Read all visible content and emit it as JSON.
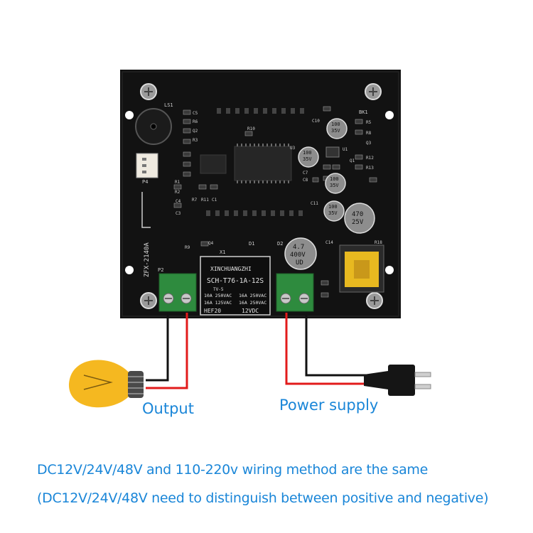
{
  "board": {
    "model": "ZFX-2140A",
    "silk": {
      "ls1": "LS1",
      "bk1": "BK1",
      "p2": "P2",
      "p4": "P4",
      "x1": "X1",
      "d1": "D1",
      "d2": "D2",
      "q4": "Q4",
      "r9": "R9",
      "c3": "C3",
      "c4": "C4",
      "c5": "C5",
      "r1": "R1",
      "r2": "R2",
      "r3": "R3",
      "r6": "R6",
      "r7": "R7",
      "r10": "R10",
      "r11": "R11",
      "r5": "R5",
      "r8": "R8",
      "r12": "R12",
      "r13": "R13",
      "r18": "R18",
      "q1": "Q1",
      "q2": "Q2",
      "q3": "Q3",
      "u1": "U1",
      "u3": "U3",
      "c1": "C1",
      "c7": "C7",
      "c8": "C8",
      "c10": "C10",
      "c11": "C11",
      "c14": "C14"
    },
    "caps": {
      "c10": [
        "100",
        "35V"
      ],
      "c8": [
        "100",
        "35V"
      ],
      "c7": [
        "100",
        "35V"
      ],
      "c11": [
        "100",
        "35V"
      ],
      "big": [
        "470",
        "25V"
      ],
      "hv": [
        "4.7",
        "400V",
        "UD"
      ]
    },
    "relay": {
      "brand": "XINCHUANGZHI",
      "model": "SCH-T76-1A-12S",
      "rating_left_1": "10A 250VAC",
      "rating_left_2": "16A 125VAC",
      "rating_right_1": "16A 250VAC",
      "rating_right_2": "16A 250VAC",
      "left_code": "HEF20",
      "right_code": "12VDC",
      "tv": "TV-5"
    }
  },
  "labels": {
    "output": "Output",
    "power_supply": "Power supply"
  },
  "caption": {
    "line1": "DC12V/24V/48V and 110-220v wiring method are the same",
    "line2": "(DC12V/24V/48V need to distinguish between positive and negative)"
  },
  "colors": {
    "board": "#121212",
    "terminal": "#2e8b3e",
    "transformer": "#e8b920",
    "bulb": "#f5b820",
    "wire_red": "#e21b1b",
    "wire_black": "#111111",
    "accent_text": "#1a86d8"
  }
}
